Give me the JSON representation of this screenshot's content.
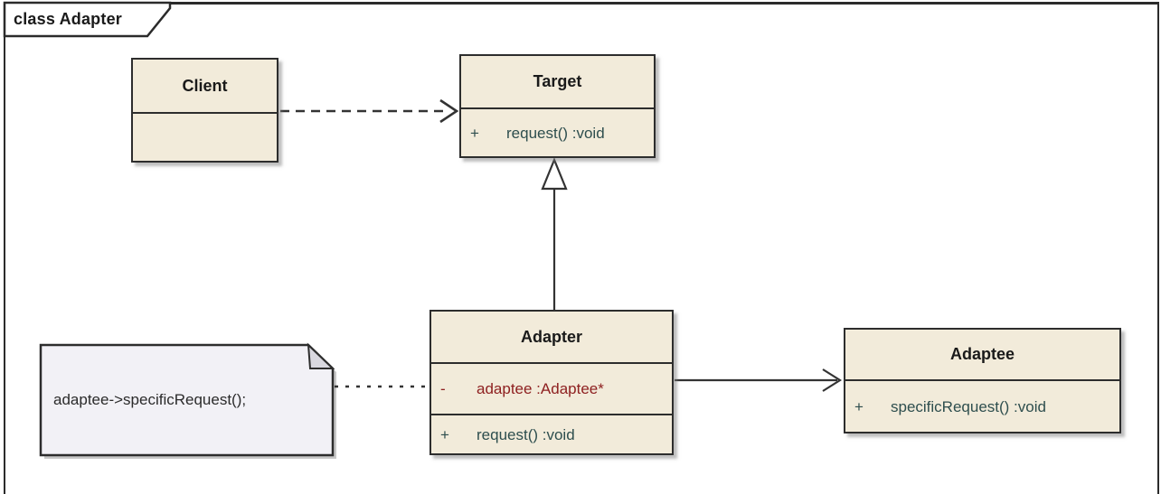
{
  "frame": {
    "label": "class Adapter"
  },
  "classes": {
    "client": {
      "name": "Client"
    },
    "target": {
      "name": "Target",
      "operation": {
        "visibility": "+",
        "signature": "request() :void"
      }
    },
    "adapter": {
      "name": "Adapter",
      "attribute": {
        "visibility": "-",
        "signature": "adaptee :Adaptee*"
      },
      "operation": {
        "visibility": "+",
        "signature": "request() :void"
      }
    },
    "adaptee": {
      "name": "Adaptee",
      "operation": {
        "visibility": "+",
        "signature": "specificRequest() :void"
      }
    }
  },
  "note": {
    "text": "adaptee->specificRequest();"
  },
  "relationships": [
    {
      "type": "dependency",
      "from": "Client",
      "to": "Target",
      "style": "dashed-open-arrow"
    },
    {
      "type": "generalization",
      "from": "Adapter",
      "to": "Target",
      "style": "solid-hollow-triangle"
    },
    {
      "type": "association",
      "from": "Adapter",
      "to": "Adaptee",
      "style": "solid-open-arrow"
    },
    {
      "type": "note-attachment",
      "from": "note",
      "to": "Adapter",
      "style": "dotted"
    }
  ],
  "colors": {
    "box-fill": "#f2ebda",
    "box-border": "#2d2d2d",
    "frame-border": "#2b2b2b",
    "note-fill": "#f2f1f6",
    "note-fold": "#d9d8df",
    "title-text": "#1a1a1a",
    "operation-text": "#2e4e4e",
    "attribute-text": "#8e2020",
    "note-text": "#2b2b2b",
    "connector": "#333333"
  }
}
